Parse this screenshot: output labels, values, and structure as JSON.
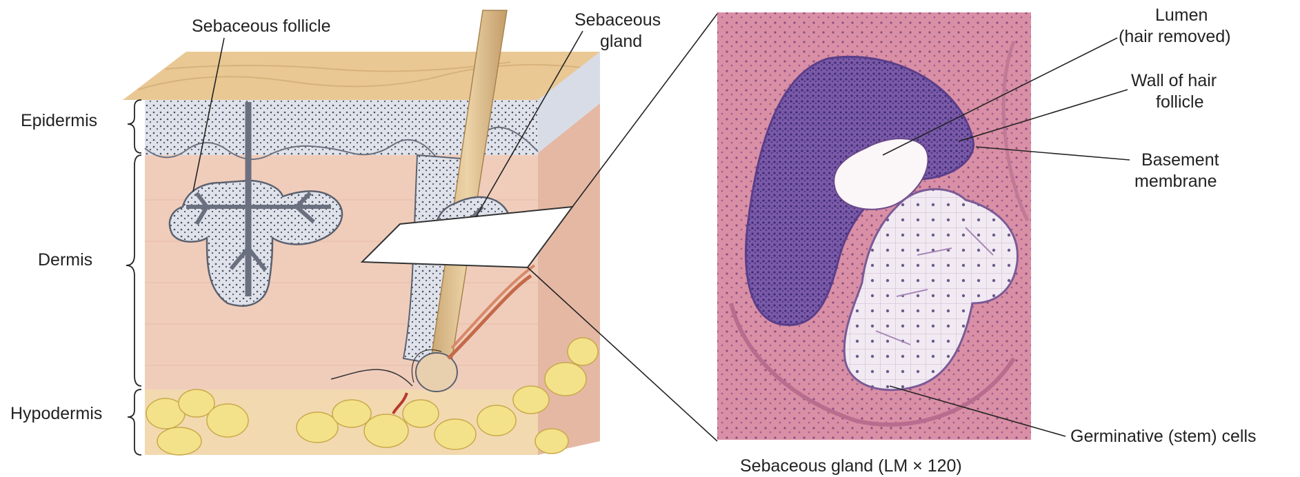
{
  "labels": {
    "sebaceous_follicle": "Sebaceous follicle",
    "sebaceous_gland_line1": "Sebaceous",
    "sebaceous_gland_line2": "gland",
    "epidermis": "Epidermis",
    "dermis": "Dermis",
    "hypodermis": "Hypodermis",
    "lumen_line1": "Lumen",
    "lumen_line2": "(hair removed)",
    "wall_line1": "Wall of hair",
    "wall_line2": "follicle",
    "basement_line1": "Basement",
    "basement_line2": "membrane",
    "germinative": "Germinative (stem) cells",
    "caption": "Sebaceous gland (LM × 120)"
  },
  "colors": {
    "skin_surface": "#e9c894",
    "epidermis": "#d8dce6",
    "dermis": "#f0cdbb",
    "dermis_side": "#e5b8a4",
    "fat": "#f3e28a",
    "hair_shaft": "#d9b98a",
    "gland_outline": "#5b6170",
    "micrograph_bg": "#d98fa5",
    "micrograph_cells": "#6a4a9a",
    "micrograph_gland": "#f4eef4"
  }
}
